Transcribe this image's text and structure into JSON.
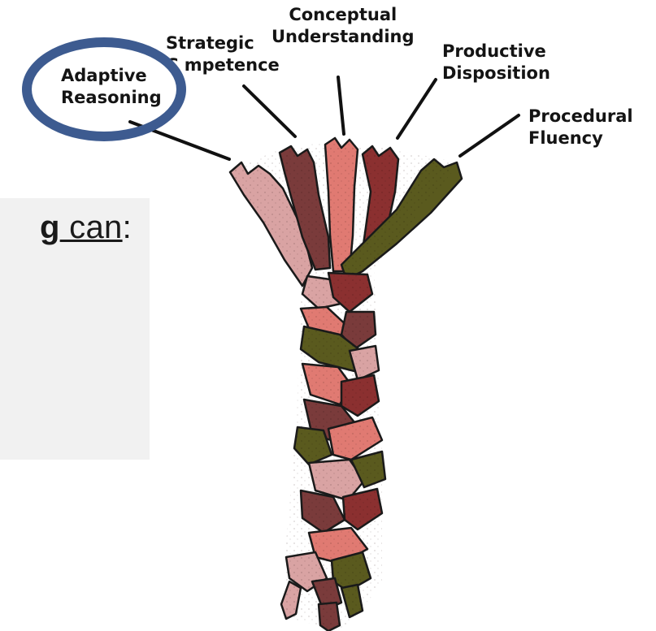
{
  "panel": {
    "text_bold": "g",
    "text_rest": " can",
    "text_colon": ":"
  },
  "labels": {
    "adaptive": {
      "line1": "Adaptive",
      "line2": "Reasoning"
    },
    "strategic": {
      "line1": "Strategic",
      "line2": "C mpetence"
    },
    "conceptual": {
      "line1": "Conceptual",
      "line2": "Understanding"
    },
    "productive": {
      "line1": "Productive",
      "line2": "Disposition"
    },
    "procedural": {
      "line1": "Procedural",
      "line2": "Fluency"
    }
  },
  "colors": {
    "circle": "#3d5b90",
    "panel_bg": "#f1f1f1",
    "strand_pink_light": "#d9a3a3",
    "strand_maroon": "#7a3b3b",
    "strand_salmon": "#e07a72",
    "strand_dark_red": "#8b3030",
    "strand_olive": "#5a5a1e",
    "outline": "#1a1a1a"
  }
}
